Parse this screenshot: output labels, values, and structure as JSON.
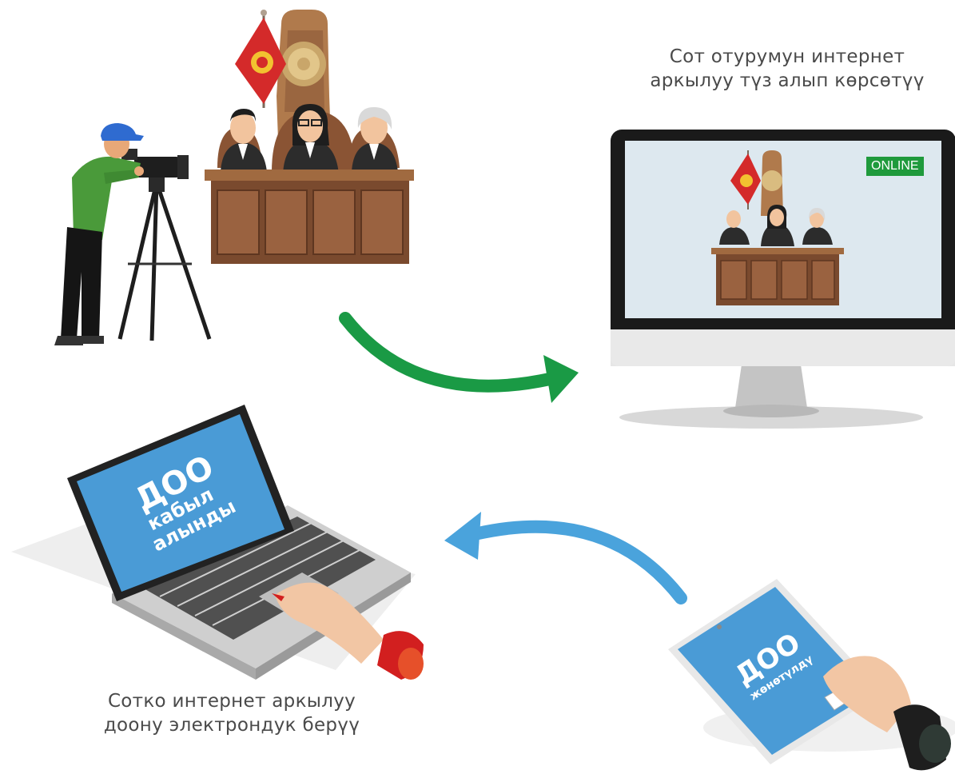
{
  "captions": {
    "top_right": [
      "Сот отурумун интернет",
      "аркылуу түз алып көрсөтүү"
    ],
    "bottom_left": [
      "Сотко интернет аркылуу",
      "доону электрондук берүү"
    ]
  },
  "monitor": {
    "badge": "ONLINE"
  },
  "laptop_screen": {
    "line1": "ДОО",
    "line2": "кабыл",
    "line3": "алынды"
  },
  "tablet_screen": {
    "line1": "ДОО",
    "line2": "жөнөтүлдү"
  },
  "colors": {
    "green_arrow": "#1a9a45",
    "blue_arrow": "#4aa3dc",
    "screen_blue": "#4a9bd6",
    "court_wood": "#7a4a2e",
    "online_green": "#1f9a3c"
  }
}
